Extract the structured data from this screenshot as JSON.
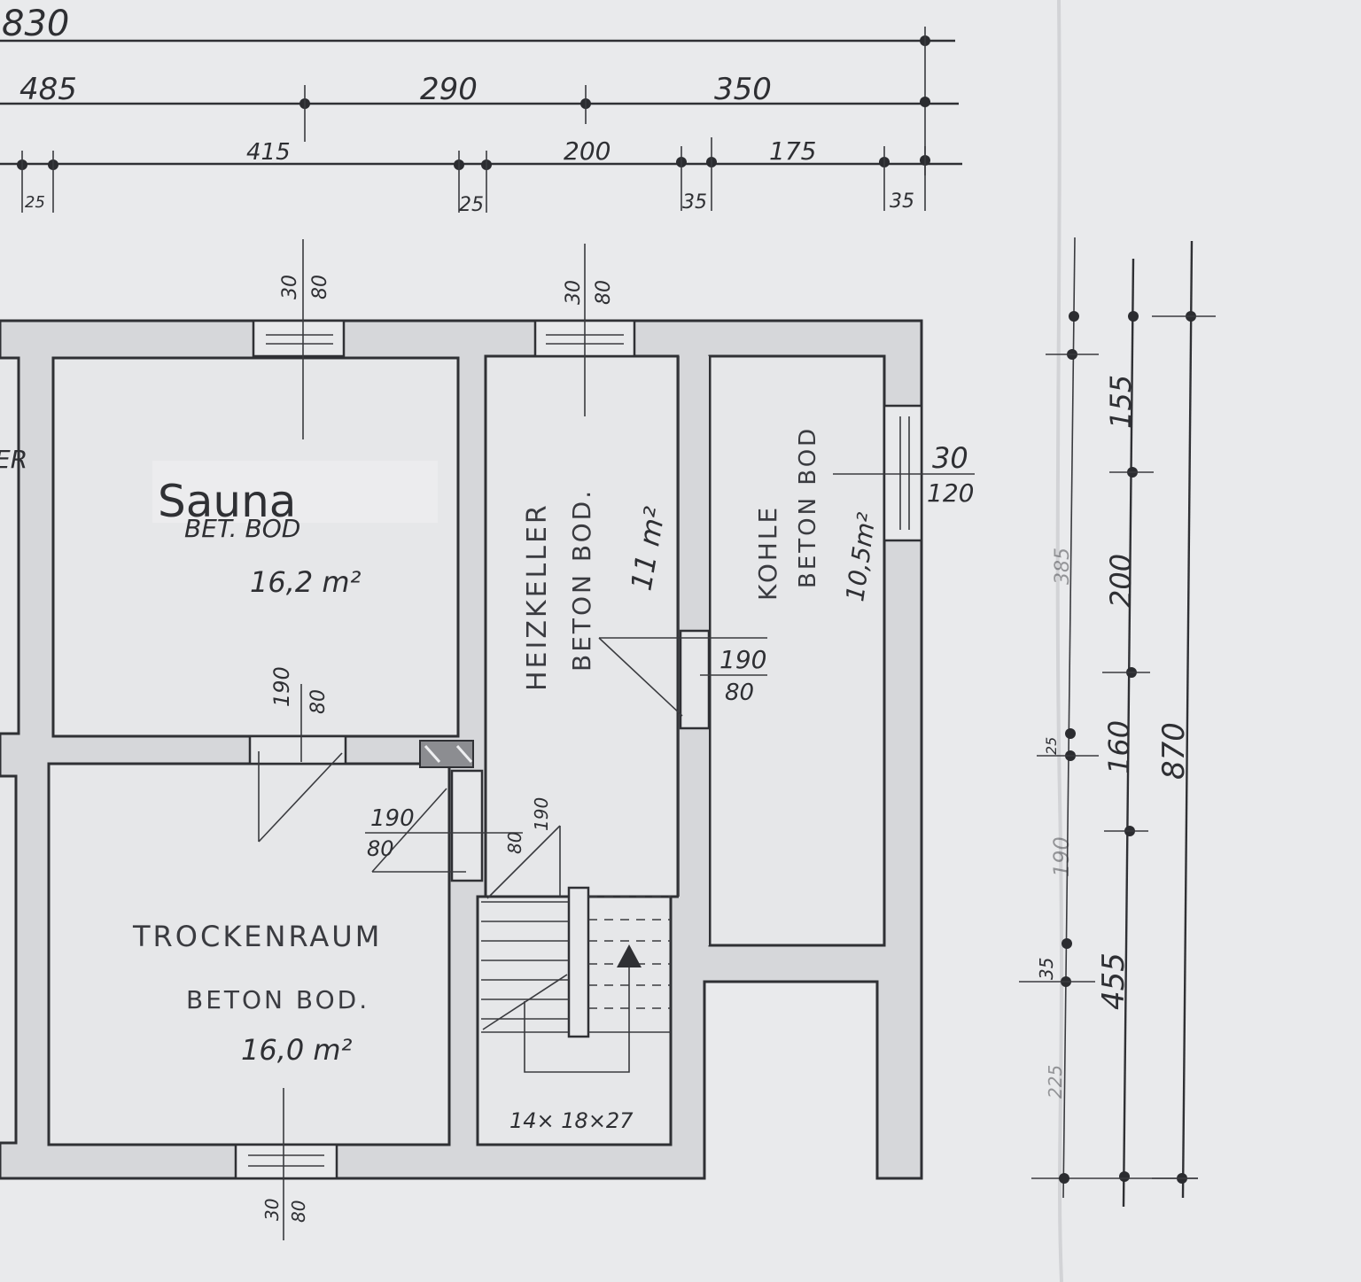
{
  "top_dimensions": {
    "overall": "830",
    "row1": [
      "485",
      "290",
      "350"
    ],
    "row2": [
      "415",
      "200",
      "175"
    ],
    "small": [
      "25",
      "25",
      "35",
      "35"
    ]
  },
  "right_dimensions": {
    "outer": "870",
    "inner": [
      "155",
      "200",
      "160",
      "455"
    ],
    "faint": [
      "385",
      "190",
      "225",
      "25",
      "35"
    ]
  },
  "rooms": {
    "sauna": {
      "name": "Sauna",
      "floor": "BET. BOD",
      "area": "16,2 m²"
    },
    "heizkeller": {
      "name": "HEIZKELLER",
      "floor": "BETON BOD.",
      "area": "11 m²"
    },
    "kohle": {
      "name": "KOHLE",
      "floor": "BETON BOD",
      "area": "10,5m²"
    },
    "trockenraum": {
      "name": "TROCKENRAUM",
      "floor": "BETON BOD.",
      "area": "16,0 m²"
    },
    "partial_left": "ER"
  },
  "openings": {
    "win_sauna": [
      "30",
      "80"
    ],
    "win_heiz": [
      "30",
      "80"
    ],
    "win_kohle": [
      "30",
      "120"
    ],
    "door_heiz_kohle": [
      "190",
      "80"
    ],
    "door_sauna": [
      "190",
      "80"
    ],
    "door_trocken": [
      "190",
      "80"
    ],
    "door_stair": [
      "80",
      "190"
    ],
    "win_trocken": [
      "30",
      "80"
    ]
  },
  "stair": {
    "spec": "14× 18×27"
  }
}
